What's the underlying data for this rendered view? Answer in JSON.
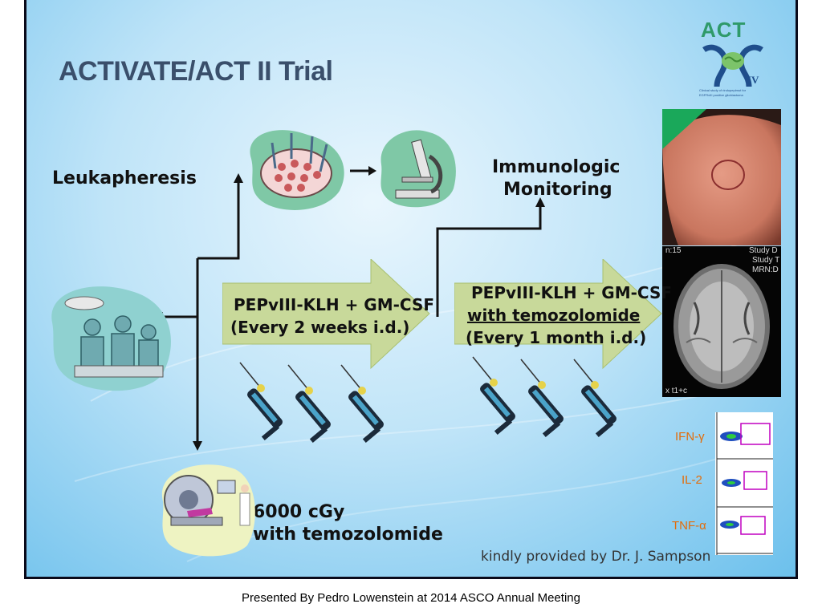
{
  "slide": {
    "title": "ACTIVATE/ACT II Trial",
    "logo": {
      "text": "ACT",
      "roman": "IV",
      "tagline_1": "Clinical study of rindopepimut for",
      "tagline_2": "EGFRvIII positive glioblastoma"
    },
    "steps": {
      "leukapheresis": "Leukapheresis",
      "immunologic_1": "Immunologic",
      "immunologic_2": "Monitoring",
      "radiation_1": "6000 cGy",
      "radiation_2": "with temozolomide"
    },
    "phase1": {
      "line1": "PEPvIII-KLH + GM-CSF",
      "line2": "(Every 2 weeks i.d.)"
    },
    "phase2": {
      "line1": "PEPvIII-KLH + GM-CSF",
      "line2": "with temozolomide",
      "line3": "(Every 1 month i.d.)"
    },
    "mri_text": {
      "tl": "n:15",
      "tr1": "Study D",
      "tr2": "Study T",
      "tr3": "MRN:D",
      "bl": "x t1+c"
    },
    "cytokines": [
      "IFN-γ",
      "IL-2",
      "TNF-α"
    ],
    "credit": "kindly provided by Dr. J. Sampson",
    "icons": [
      "cell-culture-plate-icon",
      "microscope-icon",
      "surgery-team-icon",
      "radiation-scanner-icon",
      "syringe-icon",
      "skin-reaction-photo",
      "brain-mri-image",
      "flow-cytometry-plot"
    ]
  },
  "footer": "Presented By Pedro Lowenstein at 2014 ASCO Annual Meeting"
}
